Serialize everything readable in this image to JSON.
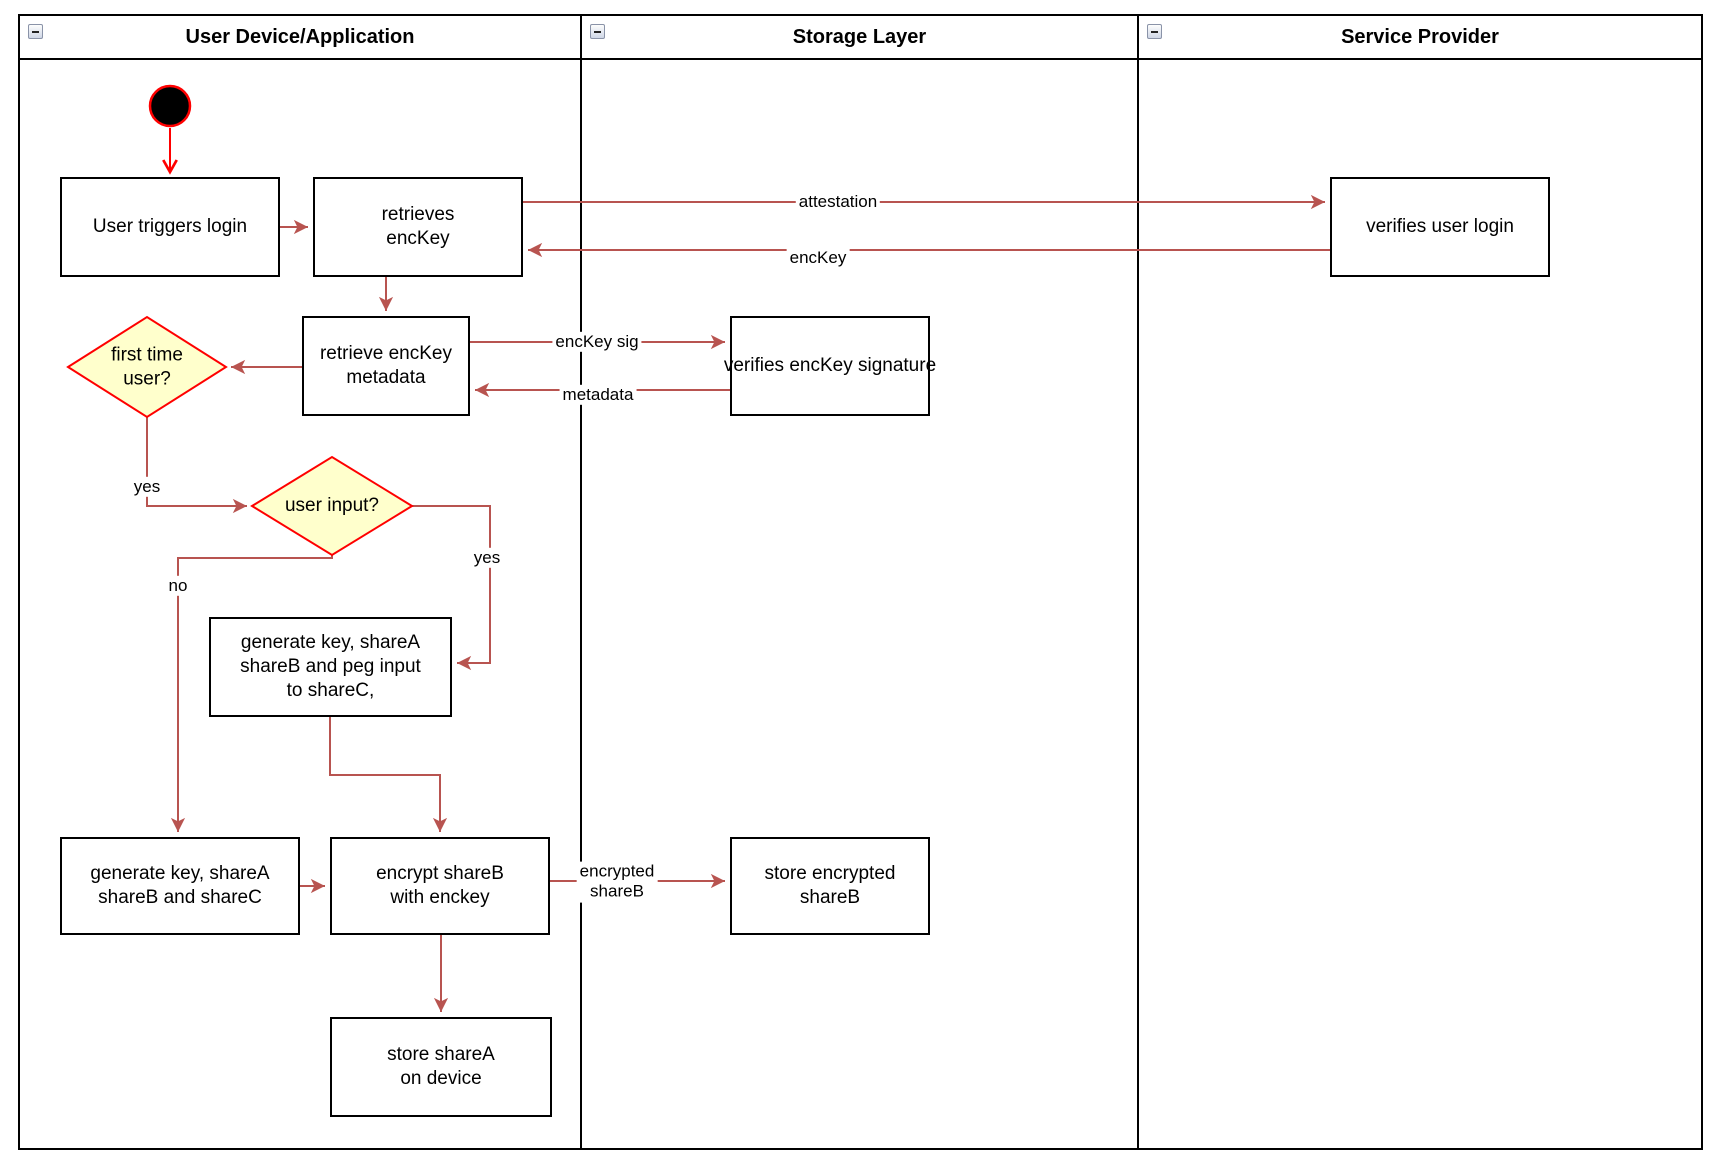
{
  "lanes": [
    {
      "title": "User Device/Application"
    },
    {
      "title": "Storage Layer"
    },
    {
      "title": "Service Provider"
    }
  ],
  "nodes": {
    "user_triggers_login": "User triggers login",
    "retrieves_enckey": "retrieves\nencKey",
    "verifies_user_login": "verifies user login",
    "retrieve_enckey_metadata": "retrieve encKey\nmetadata",
    "verifies_enckey_signature": "verifies encKey signature",
    "first_time_user": "first time\nuser?",
    "user_input": "user input?",
    "generate_key_peg_input": "generate key, shareA\nshareB and peg input\nto shareC,",
    "generate_key_sharec": "generate key, shareA\nshareB and shareC",
    "encrypt_shareb": "encrypt shareB\nwith enckey",
    "store_encrypted_shareb": "store encrypted\nshareB",
    "store_sharea_on_device": "store shareA\non device"
  },
  "edge_labels": {
    "attestation": "attestation",
    "enckey": "encKey",
    "enckey_sig": "encKey sig",
    "metadata": "metadata",
    "yes_first_time": "yes",
    "yes_user_input": "yes",
    "no_user_input": "no",
    "encrypted_shareb": "encrypted\nshareB"
  },
  "colors": {
    "edge": "#b85450",
    "start_edge": "#ff0000",
    "decision_fill": "#ffffcc",
    "decision_border": "#ff0000",
    "node_fill": "#ffffff",
    "node_border": "#000000"
  }
}
